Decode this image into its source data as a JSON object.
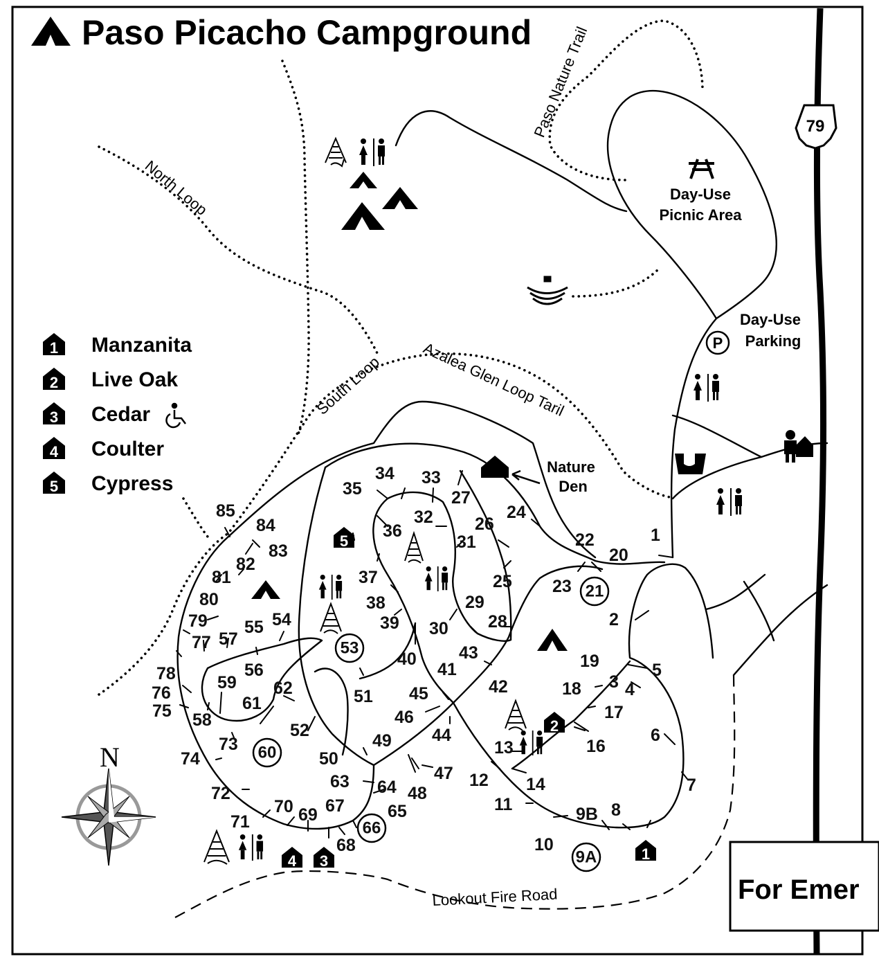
{
  "title": "Paso Picacho Campground",
  "legend": [
    {
      "num": "1",
      "label": "Manzanita",
      "accessible": false
    },
    {
      "num": "2",
      "label": "Live Oak",
      "accessible": false
    },
    {
      "num": "3",
      "label": "Cedar",
      "accessible": true
    },
    {
      "num": "4",
      "label": "Coulter",
      "accessible": false
    },
    {
      "num": "5",
      "label": "Cypress",
      "accessible": false
    }
  ],
  "trails": {
    "paso_nature": "Paso Nature Trail",
    "north_loop": "North Loop",
    "south_loop": "South Loop",
    "azalea": "Azalea Glen Loop Taril",
    "fire_road": "Lookout Fire Road"
  },
  "places": {
    "picnic_line1": "Day-Use",
    "picnic_line2": "Picnic Area",
    "parking_line1": "Day-Use",
    "parking_line2": "Parking",
    "parking_symbol": "P",
    "nature_line1": "Nature",
    "nature_line2": "Den",
    "highway": "79",
    "emergency": "For Emer"
  },
  "compass": "N",
  "sites": [
    {
      "id": "1"
    },
    {
      "id": "2"
    },
    {
      "id": "3"
    },
    {
      "id": "4"
    },
    {
      "id": "5"
    },
    {
      "id": "6"
    },
    {
      "id": "7"
    },
    {
      "id": "8"
    },
    {
      "id": "9B"
    },
    {
      "id": "10"
    },
    {
      "id": "11"
    },
    {
      "id": "12"
    },
    {
      "id": "13"
    },
    {
      "id": "14"
    },
    {
      "id": "16"
    },
    {
      "id": "17"
    },
    {
      "id": "18"
    },
    {
      "id": "19"
    },
    {
      "id": "20"
    },
    {
      "id": "22"
    },
    {
      "id": "23"
    },
    {
      "id": "24"
    },
    {
      "id": "25"
    },
    {
      "id": "26"
    },
    {
      "id": "27"
    },
    {
      "id": "28"
    },
    {
      "id": "29"
    },
    {
      "id": "30"
    },
    {
      "id": "31"
    },
    {
      "id": "32"
    },
    {
      "id": "33"
    },
    {
      "id": "34"
    },
    {
      "id": "35"
    },
    {
      "id": "36"
    },
    {
      "id": "37"
    },
    {
      "id": "38"
    },
    {
      "id": "39"
    },
    {
      "id": "40"
    },
    {
      "id": "41"
    },
    {
      "id": "42"
    },
    {
      "id": "43"
    },
    {
      "id": "44"
    },
    {
      "id": "45"
    },
    {
      "id": "46"
    },
    {
      "id": "47"
    },
    {
      "id": "48"
    },
    {
      "id": "49"
    },
    {
      "id": "50"
    },
    {
      "id": "51"
    },
    {
      "id": "52"
    },
    {
      "id": "54"
    },
    {
      "id": "55"
    },
    {
      "id": "56"
    },
    {
      "id": "57"
    },
    {
      "id": "58"
    },
    {
      "id": "59"
    },
    {
      "id": "61"
    },
    {
      "id": "62"
    },
    {
      "id": "63"
    },
    {
      "id": "64"
    },
    {
      "id": "65"
    },
    {
      "id": "67"
    },
    {
      "id": "68"
    },
    {
      "id": "69"
    },
    {
      "id": "70"
    },
    {
      "id": "71"
    },
    {
      "id": "72"
    },
    {
      "id": "73"
    },
    {
      "id": "74"
    },
    {
      "id": "75"
    },
    {
      "id": "76"
    },
    {
      "id": "77"
    },
    {
      "id": "78"
    },
    {
      "id": "79"
    },
    {
      "id": "80"
    },
    {
      "id": "81"
    },
    {
      "id": "82"
    },
    {
      "id": "83"
    },
    {
      "id": "84"
    },
    {
      "id": "85"
    }
  ],
  "circled_sites": [
    {
      "id": "21"
    },
    {
      "id": "53"
    },
    {
      "id": "60"
    },
    {
      "id": "66"
    },
    {
      "id": "9A"
    }
  ]
}
